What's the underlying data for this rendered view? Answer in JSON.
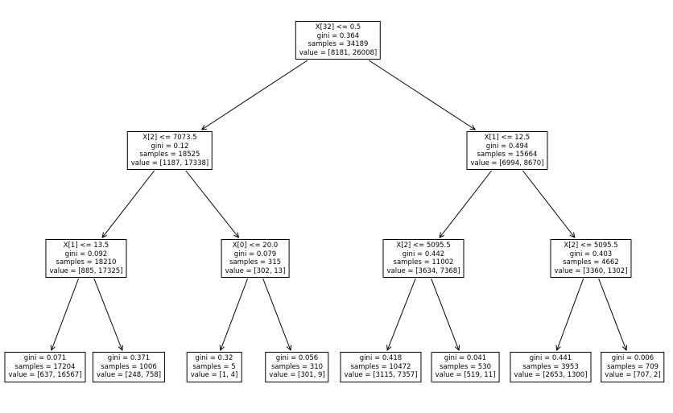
{
  "figure": {
    "background": "#ffffff",
    "box_border_color": "#000000",
    "arrow_color": "#000000",
    "text_color": "#000000"
  },
  "tree": {
    "type": "decision-tree",
    "nodes": [
      {
        "id": 0,
        "depth": 0,
        "leaf": false,
        "condition": "X[32] <= 0.5",
        "gini": 0.364,
        "samples": 34189,
        "value": [
          8181,
          26008
        ],
        "lines": [
          "X[32] <= 0.5",
          "gini = 0.364",
          "samples = 34189",
          "value = [8181, 26008]"
        ]
      },
      {
        "id": 1,
        "depth": 1,
        "leaf": false,
        "condition": "X[2] <= 7073.5",
        "gini": 0.12,
        "samples": 18525,
        "value": [
          1187,
          17338
        ],
        "lines": [
          "X[2] <= 7073.5",
          "gini = 0.12",
          "samples = 18525",
          "value = [1187, 17338]"
        ]
      },
      {
        "id": 2,
        "depth": 1,
        "leaf": false,
        "condition": "X[1] <= 12.5",
        "gini": 0.494,
        "samples": 15664,
        "value": [
          6994,
          8670
        ],
        "lines": [
          "X[1] <= 12.5",
          "gini = 0.494",
          "samples = 15664",
          "value = [6994, 8670]"
        ]
      },
      {
        "id": 3,
        "depth": 2,
        "leaf": false,
        "condition": "X[1] <= 13.5",
        "gini": 0.092,
        "samples": 18210,
        "value": [
          885,
          17325
        ],
        "lines": [
          "X[1] <= 13.5",
          "gini = 0.092",
          "samples = 18210",
          "value = [885, 17325]"
        ]
      },
      {
        "id": 4,
        "depth": 2,
        "leaf": false,
        "condition": "X[0] <= 20.0",
        "gini": 0.079,
        "samples": 315,
        "value": [
          302,
          13
        ],
        "lines": [
          "X[0] <= 20.0",
          "gini = 0.079",
          "samples = 315",
          "value = [302, 13]"
        ]
      },
      {
        "id": 5,
        "depth": 2,
        "leaf": false,
        "condition": "X[2] <= 5095.5",
        "gini": 0.442,
        "samples": 11002,
        "value": [
          3634,
          7368
        ],
        "lines": [
          "X[2] <= 5095.5",
          "gini = 0.442",
          "samples = 11002",
          "value = [3634, 7368]"
        ]
      },
      {
        "id": 6,
        "depth": 2,
        "leaf": false,
        "condition": "X[2] <= 5095.5",
        "gini": 0.403,
        "samples": 4662,
        "value": [
          3360,
          1302
        ],
        "lines": [
          "X[2] <= 5095.5",
          "gini = 0.403",
          "samples = 4662",
          "value = [3360, 1302]"
        ]
      },
      {
        "id": 7,
        "depth": 3,
        "leaf": true,
        "gini": 0.071,
        "samples": 17204,
        "value": [
          637,
          16567
        ],
        "lines": [
          "gini = 0.071",
          "samples = 17204",
          "value = [637, 16567]"
        ]
      },
      {
        "id": 8,
        "depth": 3,
        "leaf": true,
        "gini": 0.371,
        "samples": 1006,
        "value": [
          248,
          758
        ],
        "lines": [
          "gini = 0.371",
          "samples = 1006",
          "value = [248, 758]"
        ]
      },
      {
        "id": 9,
        "depth": 3,
        "leaf": true,
        "gini": 0.32,
        "samples": 5,
        "value": [
          1,
          4
        ],
        "lines": [
          "gini = 0.32",
          "samples = 5",
          "value = [1, 4]"
        ]
      },
      {
        "id": 10,
        "depth": 3,
        "leaf": true,
        "gini": 0.056,
        "samples": 310,
        "value": [
          301,
          9
        ],
        "lines": [
          "gini = 0.056",
          "samples = 310",
          "value = [301, 9]"
        ]
      },
      {
        "id": 11,
        "depth": 3,
        "leaf": true,
        "gini": 0.418,
        "samples": 10472,
        "value": [
          3115,
          7357
        ],
        "lines": [
          "gini = 0.418",
          "samples = 10472",
          "value = [3115, 7357]"
        ]
      },
      {
        "id": 12,
        "depth": 3,
        "leaf": true,
        "gini": 0.041,
        "samples": 530,
        "value": [
          519,
          11
        ],
        "lines": [
          "gini = 0.041",
          "samples = 530",
          "value = [519, 11]"
        ]
      },
      {
        "id": 13,
        "depth": 3,
        "leaf": true,
        "gini": 0.441,
        "samples": 3953,
        "value": [
          2653,
          1300
        ],
        "lines": [
          "gini = 0.441",
          "samples = 3953",
          "value = [2653, 1300]"
        ]
      },
      {
        "id": 14,
        "depth": 3,
        "leaf": true,
        "gini": 0.006,
        "samples": 709,
        "value": [
          707,
          2
        ],
        "lines": [
          "gini = 0.006",
          "samples = 709",
          "value = [707, 2]"
        ]
      }
    ],
    "edges": [
      {
        "from": 0,
        "to": 1
      },
      {
        "from": 0,
        "to": 2
      },
      {
        "from": 1,
        "to": 3
      },
      {
        "from": 1,
        "to": 4
      },
      {
        "from": 2,
        "to": 5
      },
      {
        "from": 2,
        "to": 6
      },
      {
        "from": 3,
        "to": 7
      },
      {
        "from": 3,
        "to": 8
      },
      {
        "from": 4,
        "to": 9
      },
      {
        "from": 4,
        "to": 10
      },
      {
        "from": 5,
        "to": 11
      },
      {
        "from": 5,
        "to": 12
      },
      {
        "from": 6,
        "to": 13
      },
      {
        "from": 6,
        "to": 14
      }
    ]
  }
}
